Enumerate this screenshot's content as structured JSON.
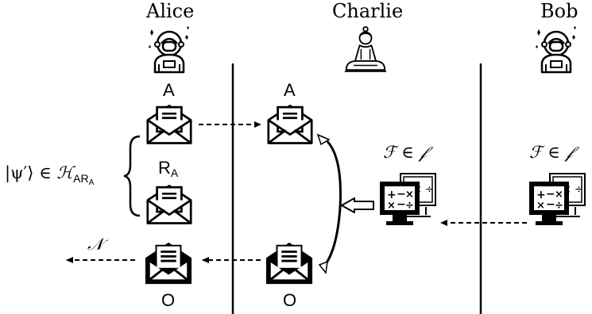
{
  "parties": {
    "alice": "Alice",
    "charlie": "Charlie",
    "bob": "Bob"
  },
  "letters": {
    "alice_a": "A",
    "alice_ra": "R",
    "alice_ra_sub": "A",
    "alice_o": "O",
    "charlie_a": "A",
    "charlie_o": "O"
  },
  "math": {
    "state_lhs": "|ψ′⟩ ∈ ",
    "state_space": "ℋ",
    "state_sub_ar": "AR",
    "state_sub_a": "A",
    "channel": "𝒩",
    "f_charlie": "ℱ ∈ 𝒻",
    "f_bob": "ℱ ∈ 𝒻"
  },
  "icons": {
    "astronaut": "astronaut-icon",
    "buddha": "meditating-person-icon",
    "envelope_open": "open-envelope-icon",
    "envelope_filled": "filled-envelope-icon",
    "calculator_monitor": "calculator-monitor-icon"
  }
}
